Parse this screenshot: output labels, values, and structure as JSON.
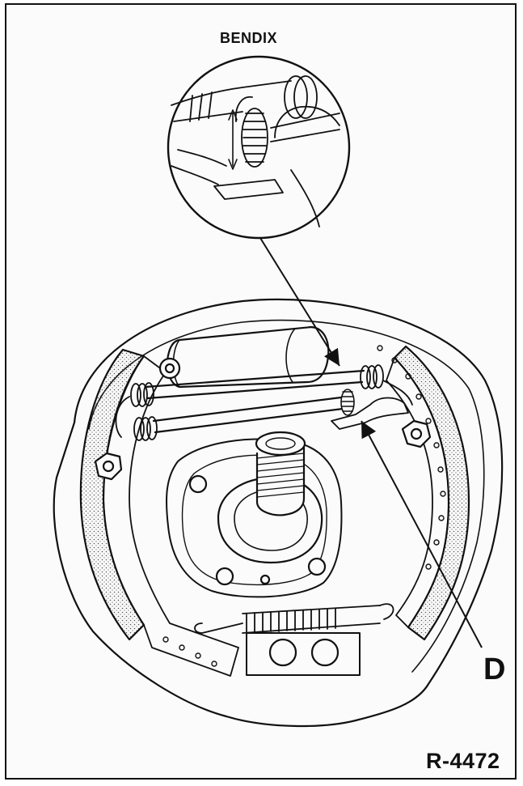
{
  "figure": {
    "inset_label": "BENDIX",
    "callout_label": "D",
    "figure_code": "R-4472"
  },
  "colors": {
    "ink": "#111111",
    "paper": "#fbfbfb",
    "stipple": "#555555"
  }
}
